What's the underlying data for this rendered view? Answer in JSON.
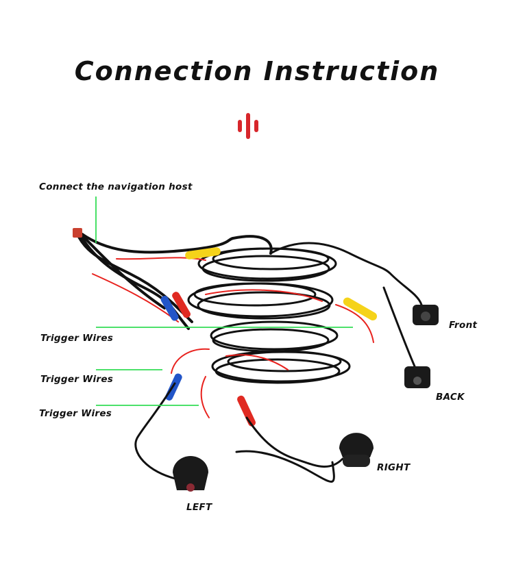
{
  "title": "Connection Instruction",
  "labels": {
    "navigation": "Connect the navigation host",
    "trigger_1": "Trigger Wires",
    "trigger_2": "Trigger Wires",
    "trigger_3": "Trigger Wires",
    "front": "Front",
    "back": "BACK",
    "right": "RIGHT",
    "left": "LEFT"
  },
  "colors": {
    "accent": "#d7262b",
    "pointer_line": "#33dd55",
    "cable": "#111111",
    "trigger_wire": "#e8221e",
    "connector_yellow": "#f5d31a",
    "connector_blue": "#2255c8",
    "connector_red": "#e02a22"
  }
}
